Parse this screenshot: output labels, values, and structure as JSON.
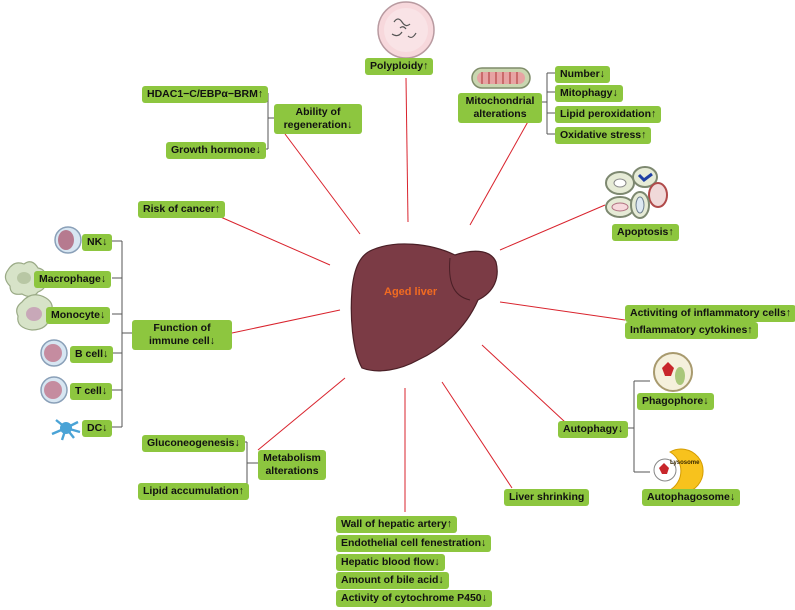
{
  "center": {
    "label": "Aged liver"
  },
  "polyploidy": "Polyploidy↑",
  "regeneration": {
    "title": "Ability of regeneration↓",
    "items": [
      "HDAC1−C/EBPα−BRM↑",
      "Growth hormone↓"
    ]
  },
  "mitochondria": {
    "title": "Mitochondrial alterations",
    "items": [
      "Number↓",
      "Mitophagy↓",
      "Lipid peroxidation↑",
      "Oxidative stress↑"
    ]
  },
  "apoptosis": "Apoptosis↑",
  "cancer": "Risk of cancer↑",
  "immune": {
    "title": "Function of immune cell↓",
    "items": [
      "NK↓",
      "Macrophage↓",
      "Monocyte↓",
      "B cell↓",
      "T cell↓",
      "DC↓"
    ]
  },
  "inflammation": [
    "Activiting of inflammatory cells↑",
    "Inflammatory cytokines↑"
  ],
  "autophagy": {
    "title": "Autophagy↓",
    "items": [
      "Phagophore↓",
      "Autophagosome↓"
    ],
    "lysosome": "Lysosome"
  },
  "metabolism": {
    "title": "Metabolism alterations",
    "items": [
      "Gluconeogenesis↓",
      "Lipid accumulation↑"
    ]
  },
  "shrinking": "Liver shrinking",
  "vascular": [
    "Wall of hepatic artery↑",
    "Endothelial cell fenestration↓",
    "Hepatic blood flow↓",
    "Amount of bile acid↓",
    "Activity of cytochrome P450↓"
  ],
  "colors": {
    "label_bg": "#8dc63f",
    "line": "#d9232d",
    "liver": "#7b3b45",
    "liver_text": "#f26b21"
  }
}
